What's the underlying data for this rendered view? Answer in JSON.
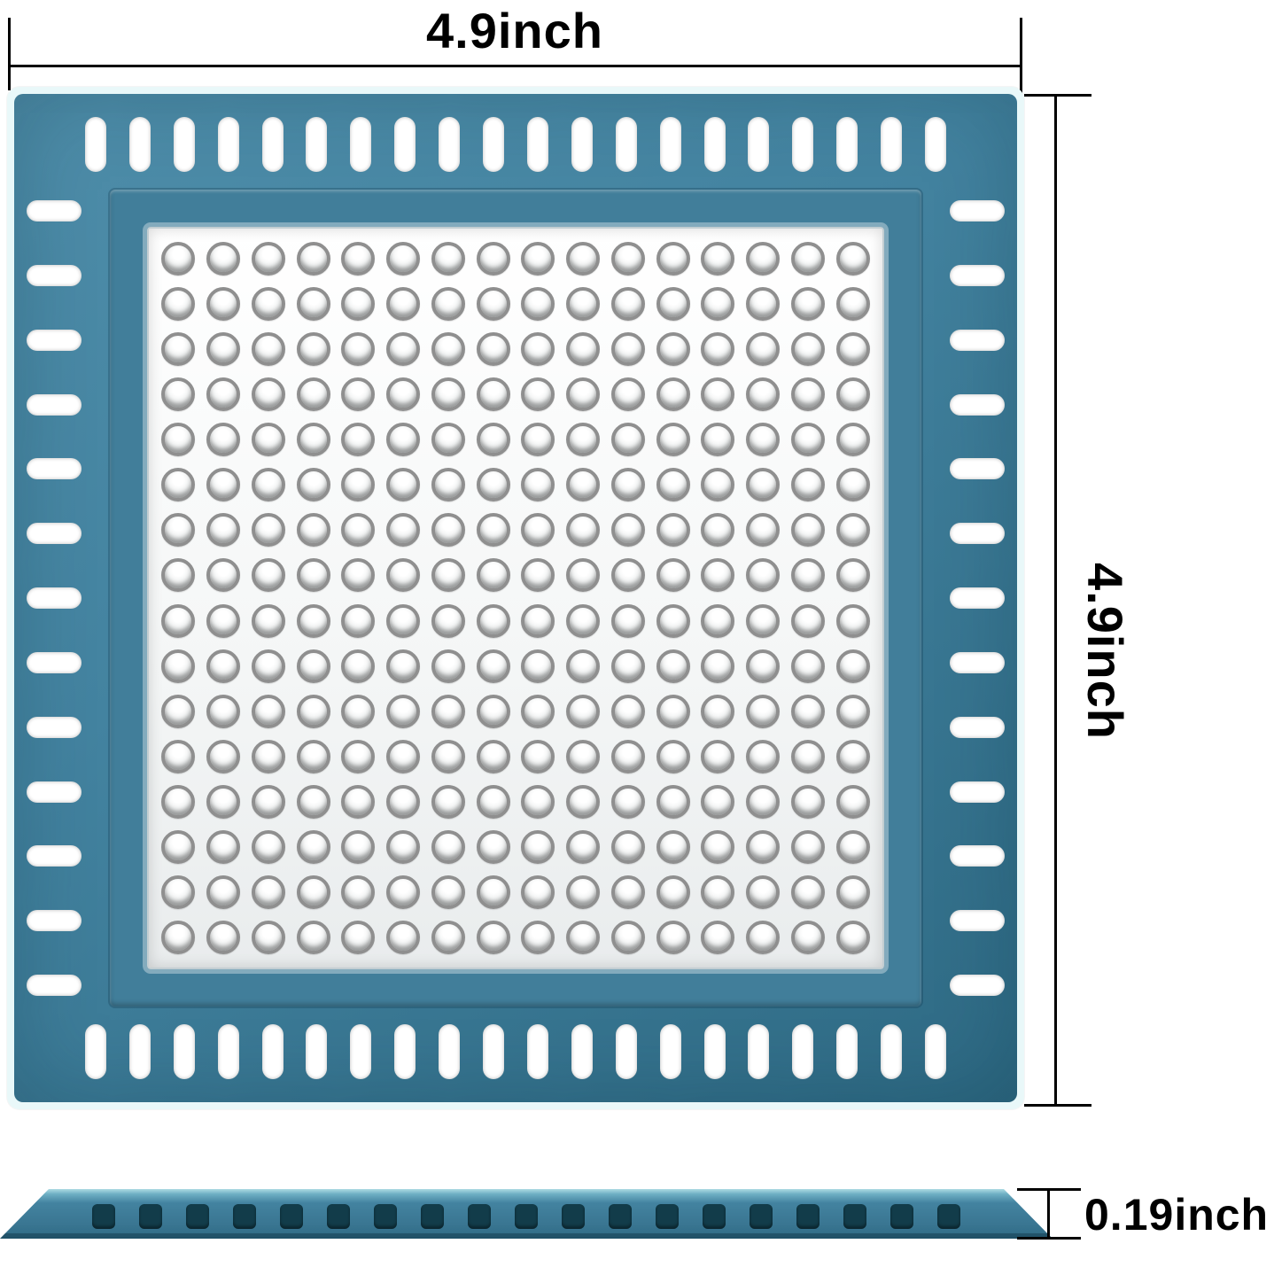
{
  "labels": {
    "width": "4.9inch",
    "height": "4.9inch",
    "thickness": "0.19inch"
  },
  "colors": {
    "teal": "#4383a0",
    "teal_dark": "#2e6a84",
    "teal_inner": "#417e9a",
    "rim": "#e9f8f9",
    "slot": "#ffffff",
    "hole_ring": "#8f8f8f",
    "side_slot": "#123c4a",
    "dimension_line": "#000000"
  },
  "tray": {
    "top_slots": 20,
    "bottom_slots": 20,
    "left_slots": 13,
    "right_slots": 13,
    "hole_rows": 16,
    "hole_cols": 16
  },
  "side_view": {
    "slots": 19
  }
}
